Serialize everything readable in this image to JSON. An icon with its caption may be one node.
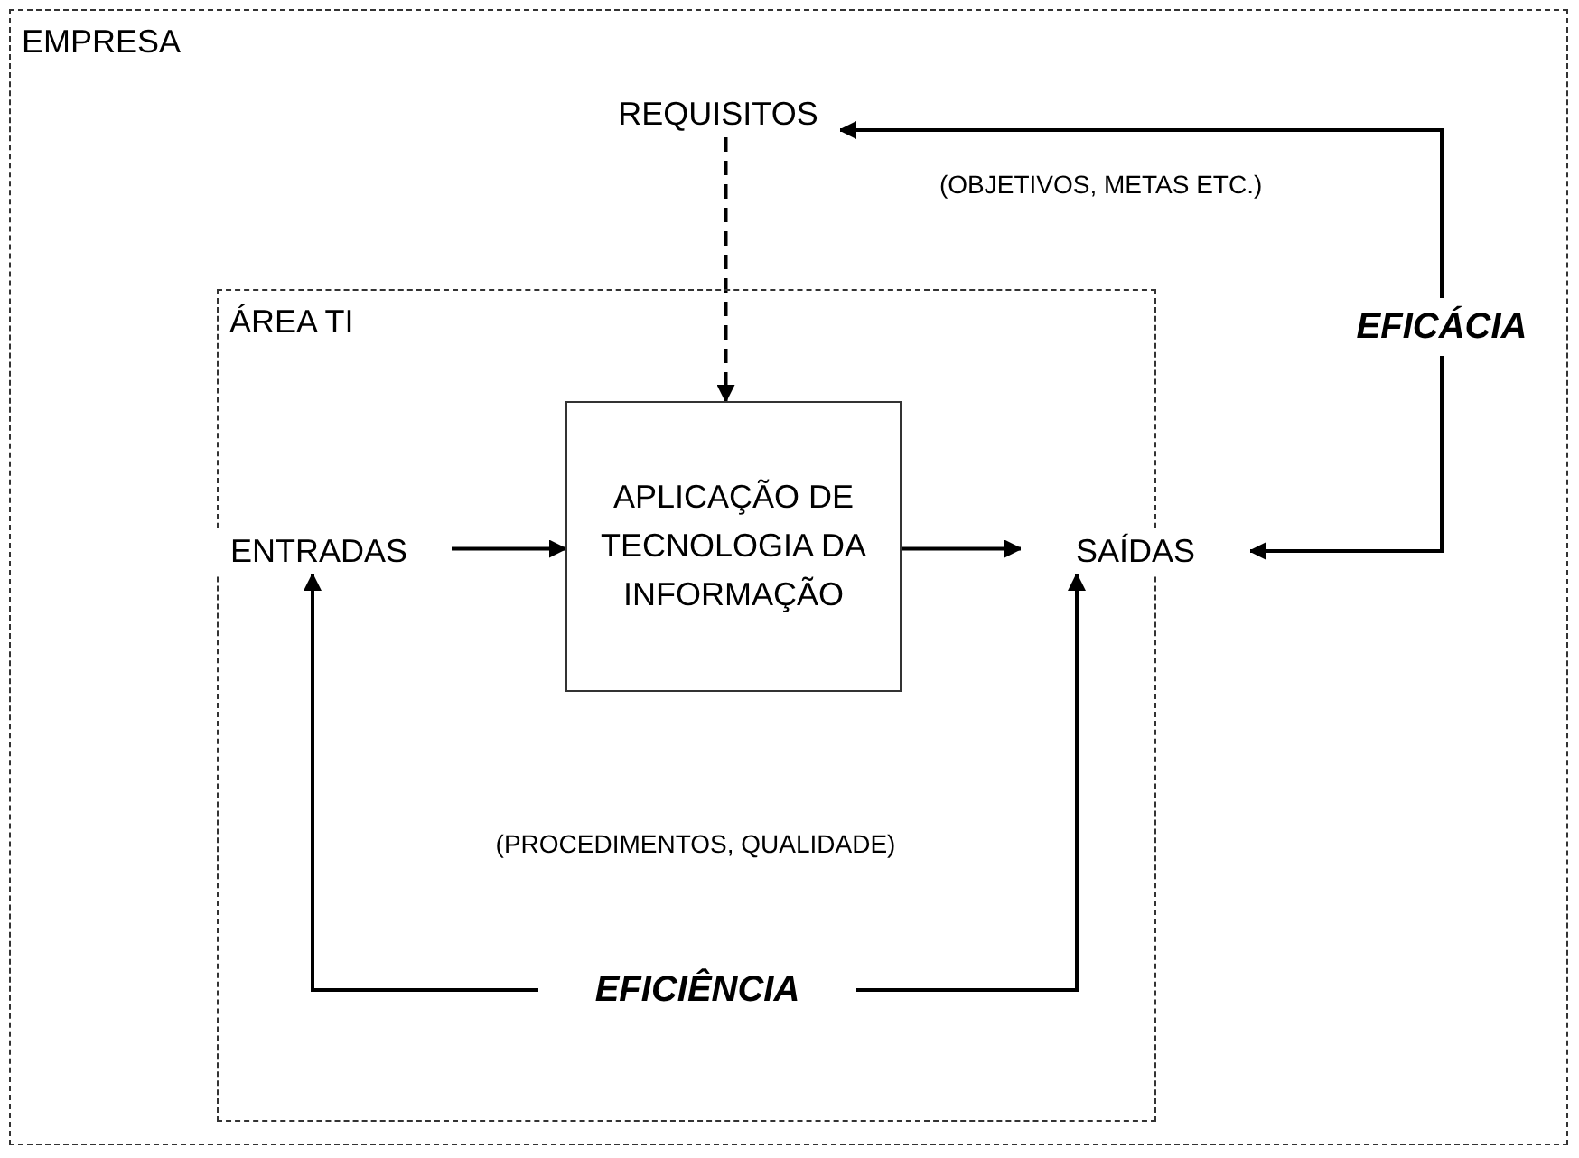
{
  "diagram": {
    "nodes": [
      {
        "text": [
          "EMPRESA"
        ]
      },
      {
        "text": [
          "ÁREA TI"
        ],
        "in": 0
      },
      {
        "text": [
          "REQUISITOS"
        ],
        "in": 0
      },
      {
        "text": [
          "ENTRADAS"
        ],
        "in": 0
      },
      {
        "text": [
          "APLICAÇÃO DE TECNOLOGIA DA INFORMAÇÃO"
        ],
        "in": 1
      },
      {
        "text": [
          "SAÍDAS"
        ],
        "in": 0
      },
      {
        "text": [
          "EFICÁCIA"
        ],
        "in": 0
      },
      {
        "text": [
          "EFICIÊNCIA"
        ],
        "in": 1
      }
    ],
    "edges": [
      {
        "from": 2,
        "to": 4,
        "arrow": "to",
        "style": "dashed"
      },
      {
        "from": 3,
        "to": 4,
        "arrow": "to"
      },
      {
        "from": 4,
        "to": 5,
        "arrow": "to"
      },
      {
        "from": 6,
        "to": 2,
        "arrow": "to",
        "label": "(OBJETIVOS, METAS ETC.)"
      },
      {
        "from": 6,
        "to": 5,
        "arrow": "to"
      },
      {
        "from": 7,
        "to": 3,
        "arrow": "to"
      },
      {
        "from": 7,
        "to": 5,
        "arrow": "to"
      }
    ],
    "labels": [
      "(PROCEDIMENTOS, QUALIDADE)"
    ]
  }
}
